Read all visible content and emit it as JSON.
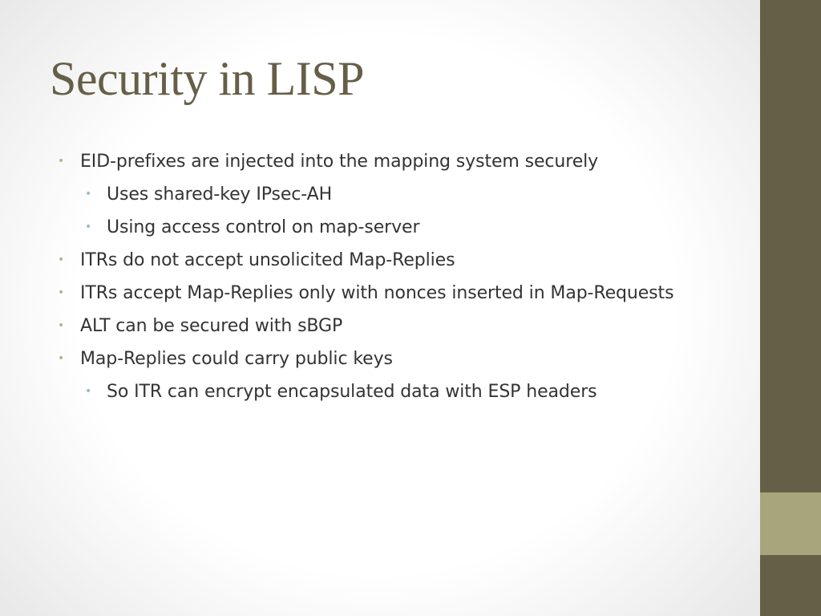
{
  "slide": {
    "title": "Security in LISP",
    "bullets": [
      {
        "level": 1,
        "text": "EID-prefixes are injected into the mapping system securely"
      },
      {
        "level": 2,
        "text": "Uses shared-key IPsec-AH"
      },
      {
        "level": 2,
        "text": "Using access control on map-server"
      },
      {
        "level": 1,
        "text": "ITRs do not accept unsolicited Map-Replies"
      },
      {
        "level": 1,
        "text": "ITRs accept Map-Replies only with nonces inserted in Map-Requests"
      },
      {
        "level": 1,
        "text": "ALT can be secured with sBGP"
      },
      {
        "level": 1,
        "text": "Map-Replies could carry public keys"
      },
      {
        "level": 2,
        "text": "So ITR can encrypt encapsulated data with ESP headers"
      }
    ],
    "bullet_glyph": "•"
  },
  "colors": {
    "title": "#665f48",
    "side_bar": "#665f48",
    "side_bar_accent": "#a8a57c",
    "bullet_level1": "#b7b18e",
    "bullet_level2": "#9fb8c8",
    "body_text": "#333333"
  }
}
